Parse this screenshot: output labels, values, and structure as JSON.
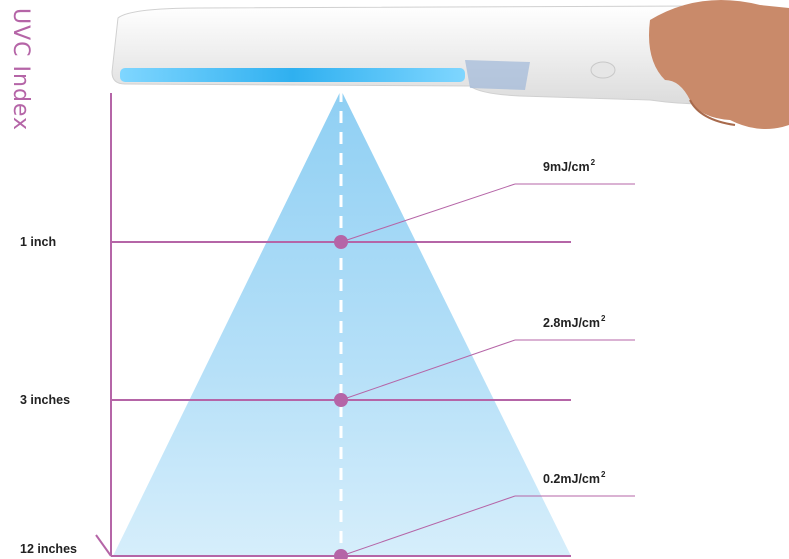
{
  "title": "UVC Index",
  "colors": {
    "accent": "#b565a7",
    "beam": "#a9d8f5",
    "wand": "#f2f2f2",
    "glow": "#4fc3f7"
  },
  "distances": [
    {
      "label": "1 inch",
      "value": "9mJ/cm",
      "sup": "2"
    },
    {
      "label": "3 inches",
      "value": "2.8mJ/cm",
      "sup": "2"
    },
    {
      "label": "12 inches",
      "value": "0.2mJ/cm",
      "sup": "2"
    }
  ]
}
